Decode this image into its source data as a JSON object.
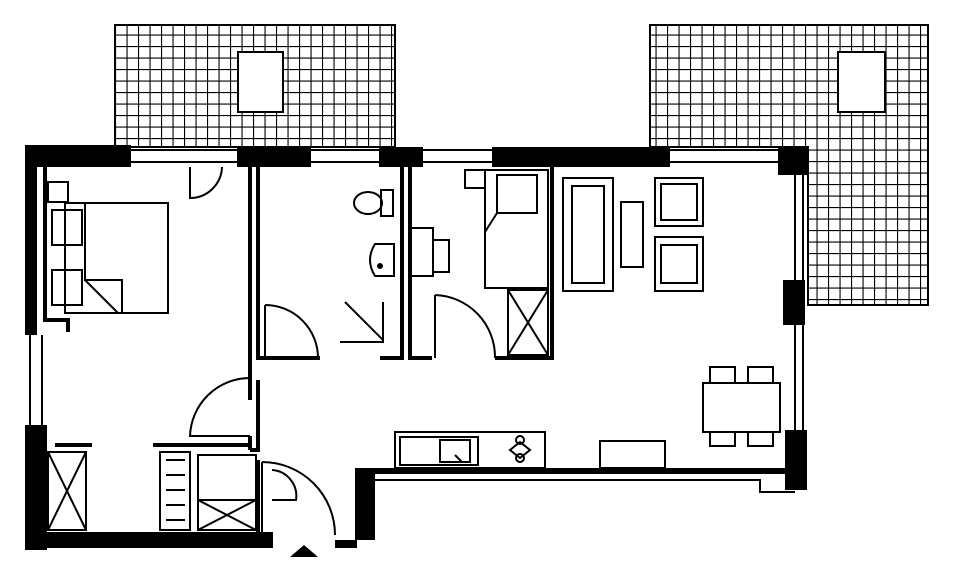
{
  "plan": {
    "colors": {
      "line": "#000000",
      "background": "#ffffff"
    },
    "rooms": [
      "bedroom",
      "bathroom",
      "shower-room",
      "living-room",
      "kitchen",
      "hallway",
      "terrace-left",
      "terrace-right"
    ]
  }
}
